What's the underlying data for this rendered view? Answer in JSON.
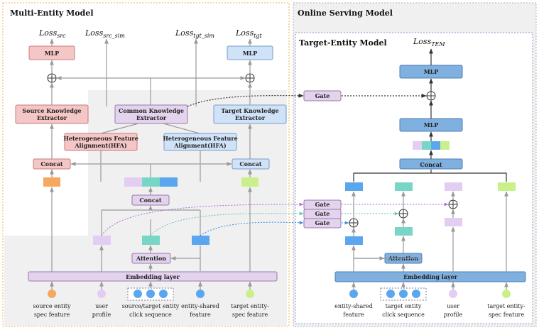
{
  "left_panel": {
    "title": "Multi-Entity Model",
    "losses": {
      "src": {
        "base": "Loss",
        "sub": "src"
      },
      "src_sim": {
        "base": "Loss",
        "sub": "src_sim"
      },
      "tgt_sim": {
        "base": "Loss",
        "sub": "tgt_sim"
      },
      "tgt": {
        "base": "Loss",
        "sub": "tgt"
      }
    },
    "mlp_src": "MLP",
    "mlp_tgt": "MLP",
    "source_extractor": [
      "Source Knowledge",
      "Extractor"
    ],
    "common_extractor": [
      "Common Knowledge",
      "Extractor"
    ],
    "target_extractor": [
      "Target Knowledge",
      "Extractor"
    ],
    "hfa_src": [
      "Heterogeneous Feature",
      "Alignment(HFA)"
    ],
    "hfa_tgt": [
      "Heterogeneous Feature",
      "Alignment(HFA)"
    ],
    "concat_src": "Concat",
    "concat_tgt": "Concat",
    "concat_mid": "Concat",
    "attention": "Attention",
    "embedding": "Embedding layer",
    "inputs": [
      [
        "source entity",
        "spec feature"
      ],
      [
        "user",
        "profile"
      ],
      [
        "source/target entity",
        "click sequence"
      ],
      [
        "entity-shared",
        "feature"
      ],
      [
        "target entity-",
        "spec feature"
      ]
    ]
  },
  "right_panel": {
    "outer_title": "Online Serving Model",
    "title": "Target-Entity Model",
    "loss": {
      "base": "Loss",
      "sub": "TEM"
    },
    "gate_top": "Gate",
    "gates": [
      "Gate",
      "Gate",
      "Gate"
    ],
    "mlp_top": "MLP",
    "mlp_bottom": "MLP",
    "concat": "Concat",
    "attention": "Attention",
    "embedding": "Embedding layer",
    "inputs": [
      [
        "entity-shared",
        "feature"
      ],
      [
        "target entity",
        "click sequence"
      ],
      [
        "user",
        "profile"
      ],
      [
        "target entity-",
        "spec feature"
      ]
    ]
  },
  "colors": {
    "source": "#f4a860",
    "user": "#e4cdf2",
    "shared": "#5aa7f0",
    "sequence": "#78d6c6",
    "target": "#c9f08a",
    "red_box": "#f5c6c6",
    "blue_box": "#cfe2f7",
    "purple_box": "#e3d3ec",
    "dark_blue_box": "#7fb0e0",
    "panel_border": "#f2b04a",
    "gray_bg": "#f0f0f0"
  }
}
